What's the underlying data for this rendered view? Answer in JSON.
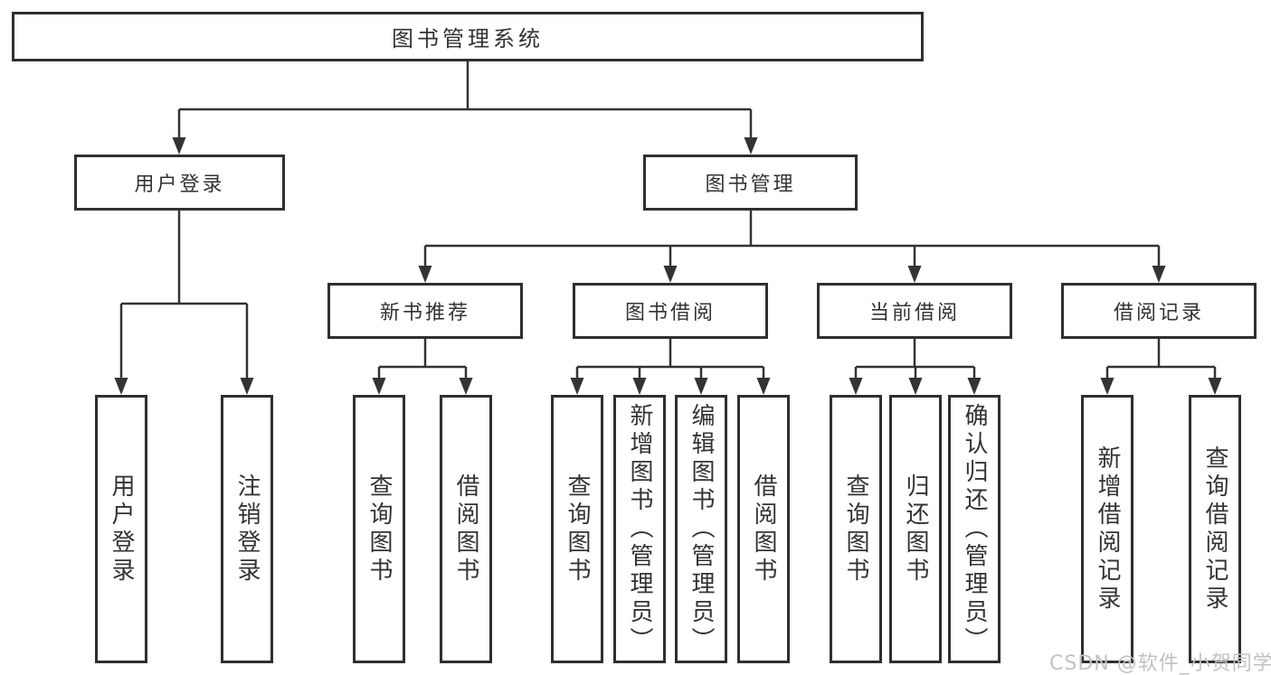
{
  "tree": {
    "label": "图书管理系统",
    "children": [
      {
        "label": "用户登录",
        "children": [
          {
            "label": "用户登录"
          },
          {
            "label": "注销登录"
          }
        ]
      },
      {
        "label": "图书管理",
        "children": [
          {
            "label": "新书推荐",
            "children": [
              {
                "label": "查询图书"
              },
              {
                "label": "借阅图书"
              }
            ]
          },
          {
            "label": "图书借阅",
            "children": [
              {
                "label": "查询图书"
              },
              {
                "label": "新增图书（管理员）"
              },
              {
                "label": "编辑图书（管理员）"
              },
              {
                "label": "借阅图书"
              }
            ]
          },
          {
            "label": "当前借阅",
            "children": [
              {
                "label": "查询图书"
              },
              {
                "label": "归还图书"
              },
              {
                "label": "确认归还（管理员）"
              }
            ]
          },
          {
            "label": "借阅记录",
            "children": [
              {
                "label": "新增借阅记录"
              },
              {
                "label": "查询借阅记录"
              }
            ]
          }
        ]
      }
    ]
  },
  "watermark": "CSDN @软件_小贺同学",
  "colors": {
    "line": "#333333",
    "box_border": "#2f2f2f",
    "box_fill": "#ffffff",
    "text": "#333333",
    "watermark": "#c2c2c2",
    "background": "#ffffff"
  }
}
